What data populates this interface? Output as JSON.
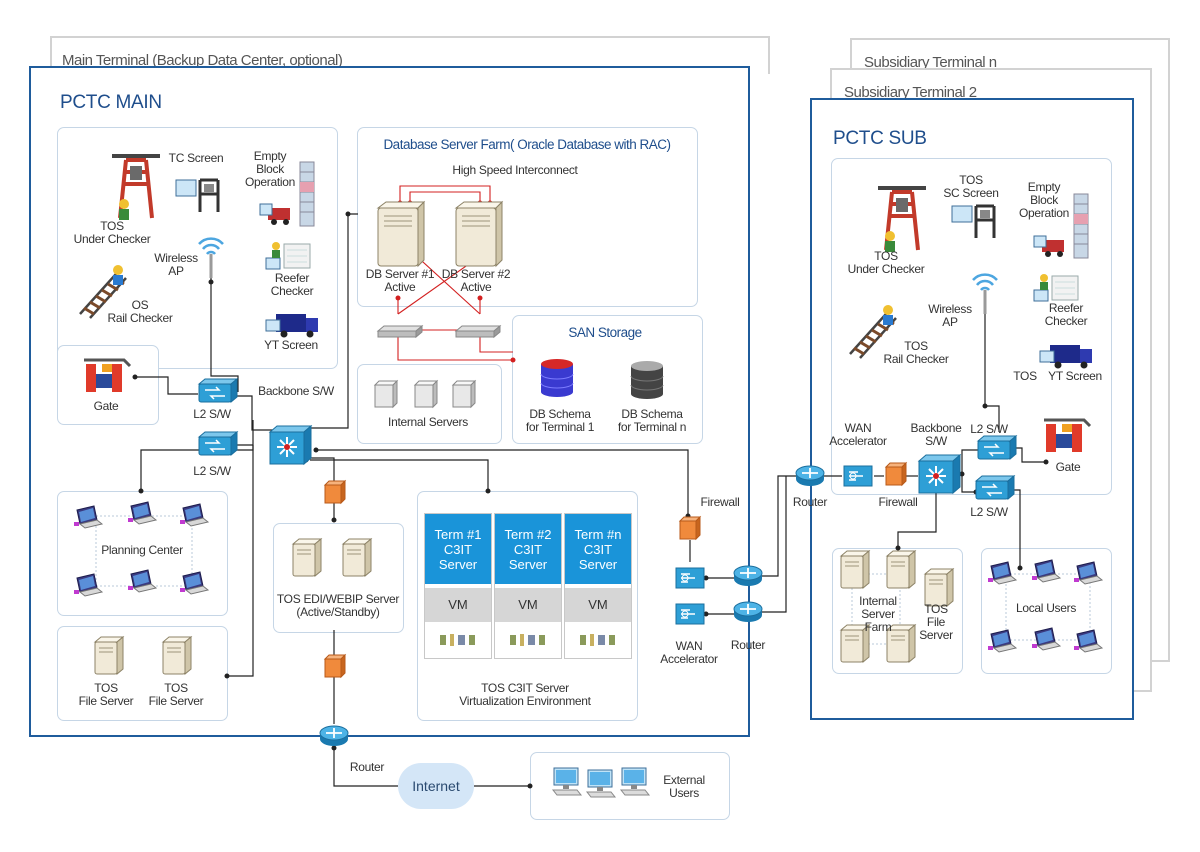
{
  "background_panels": {
    "main_backup": "Main Terminal (Backup Data Center, optional)",
    "sub_n": "Subsidiary Terminal n",
    "sub_2": "Subsidiary Terminal 2"
  },
  "main": {
    "title": "PCTC MAIN",
    "tos_under_checker": [
      "TOS",
      "Under Checker"
    ],
    "tc_screen": "TC Screen",
    "empty_block": [
      "Empty",
      "Block",
      "Operation"
    ],
    "wireless_ap": [
      "Wireless",
      "AP"
    ],
    "reefer_checker": [
      "Reefer",
      "Checker"
    ],
    "rail_checker": [
      "OS",
      "Rail Checker"
    ],
    "yt_screen": "YT Screen",
    "gate": "Gate",
    "l2_sw_1": "L2 S/W",
    "l2_sw_2": "L2 S/W",
    "backbone_sw": "Backbone S/W",
    "db_farm_title": "Database Server Farm( Oracle Database with RAC)",
    "high_speed": "High Speed Interconnect",
    "db1": [
      "DB Server #1",
      "Active"
    ],
    "db2": [
      "DB Server #2",
      "Active"
    ],
    "san_title": "SAN Storage",
    "db_schema_1": [
      "DB Schema",
      "for Terminal 1"
    ],
    "db_schema_n": [
      "DB Schema",
      "for Terminal n"
    ],
    "internal_servers": "Internal Servers",
    "planning_center": "Planning Center",
    "file_server_1": [
      "TOS",
      "File Server"
    ],
    "file_server_2": [
      "TOS",
      "File Server"
    ],
    "edi_server": [
      "TOS EDI/WEBIP Server",
      "(Active/Standby)"
    ],
    "terms": [
      [
        "Term #1",
        "C3IT",
        "Server"
      ],
      [
        "Term #2",
        "C3IT",
        "Server"
      ],
      [
        "Term #n",
        "C3IT",
        "Server"
      ]
    ],
    "vm": "VM",
    "virt_env": [
      "TOS C3IT Server",
      "Virtualization Environment"
    ],
    "firewall": "Firewall",
    "wan_accel": [
      "WAN",
      "Accelerator"
    ],
    "router_right": "Router",
    "router_bottom": "Router",
    "internet": "Internet",
    "external_users": [
      "External",
      "Users"
    ]
  },
  "sub": {
    "title": "PCTC SUB",
    "tos_under_checker": [
      "TOS",
      "Under Checker"
    ],
    "sc_screen": [
      "TOS",
      "SC Screen"
    ],
    "empty_block": [
      "Empty",
      "Block",
      "Operation"
    ],
    "wireless_ap": [
      "Wireless",
      "AP"
    ],
    "reefer_checker": [
      "Reefer",
      "Checker"
    ],
    "rail_checker": [
      "TOS",
      "Rail Checker"
    ],
    "tos": "TOS",
    "yt_screen": "YT Screen",
    "wan_accel": [
      "WAN",
      "Accelerator"
    ],
    "backbone_sw": [
      "Backbone",
      "S/W"
    ],
    "l2_sw_1": "L2 S/W",
    "l2_sw_2": "L2 S/W",
    "gate": "Gate",
    "router": "Router",
    "firewall": "Firewall",
    "internal_farm": [
      "Internal",
      "Server",
      "Farm"
    ],
    "file_server": [
      "TOS",
      "File",
      "Server"
    ],
    "local_users": "Local Users"
  },
  "colors": {
    "frame_blue": "#1f5c9c",
    "switch_blue": "#2e9fd6",
    "firewall_orange": "#f08a3c",
    "link_red": "#d32020",
    "term_blue": "#1a94d9"
  }
}
